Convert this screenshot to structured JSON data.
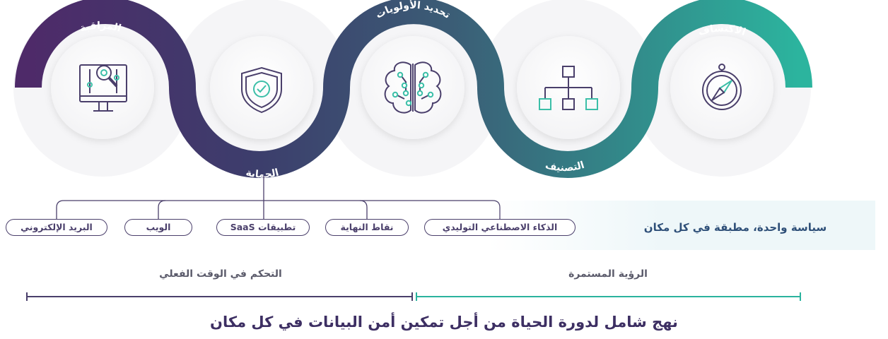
{
  "stages": [
    {
      "label": "الاكتشاف",
      "icon": "compass-icon"
    },
    {
      "label": "التصنيف",
      "icon": "hierarchy-icon"
    },
    {
      "label": "تحديد الأولويات",
      "icon": "brain-icon"
    },
    {
      "label": "الحماية",
      "icon": "shield-check-icon"
    },
    {
      "label": "المراقبة",
      "icon": "monitor-analytics-icon"
    }
  ],
  "policy": {
    "text": "سياسة واحدة، مطبقة في كل مكان"
  },
  "channels": [
    "الذكاء الاصطناعي التوليدي",
    "نقاط النهاية",
    "تطبيقات SaaS",
    "الويب",
    "البريد الإلكتروني"
  ],
  "scale": {
    "continuous_visibility": "الرؤية المستمرة",
    "realtime_control": "التحكم في الوقت الفعلي"
  },
  "title": "نهج شامل لدورة الحياة من أجل تمكين أمن البيانات في كل مكان",
  "colors": {
    "teal": "#2bb39e",
    "teal_dark": "#3a7f86",
    "slate": "#3c5874",
    "indigo": "#3f3a6d",
    "purple": "#4b2b6b",
    "icon_stroke": "#4a3f6b",
    "icon_accent": "#3cbfa8"
  }
}
